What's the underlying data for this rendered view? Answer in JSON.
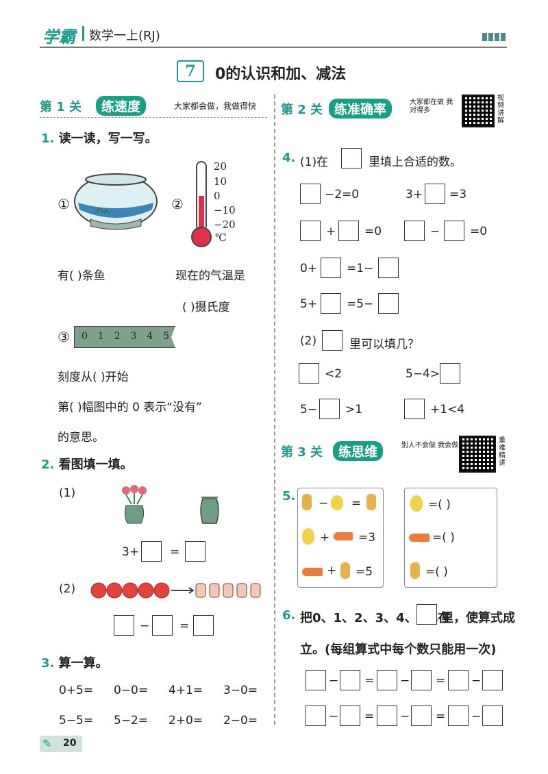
{
  "header": {
    "brand": "学霸",
    "subject": "数学一上(RJ)",
    "chapter_no": "7",
    "chapter_title": "0的认识和加、减法"
  },
  "level1": {
    "label": "第 1 关",
    "pill": "练速度",
    "slogan": "大家都会做，我做得快"
  },
  "level2": {
    "label": "第 2 关",
    "pill": "练准确率",
    "slogan": "大家都在做 我对得多",
    "video": "视频讲解"
  },
  "level3": {
    "label": "第 3 关",
    "pill": "练思维",
    "slogan": "别人不会做 我会做",
    "video": "重难精讲"
  },
  "q1": {
    "num": "1.",
    "title": "读一读，写一写。",
    "m1": "①",
    "m2": "②",
    "m3": "③",
    "therm_ticks": [
      "20",
      "10",
      "0",
      "−10",
      "−20",
      "℃"
    ],
    "ruler": [
      "0",
      "1",
      "2",
      "3",
      "4",
      "5"
    ],
    "fish": "有(     )条鱼",
    "temp_a": "现在的气温是",
    "temp_b": "(     )摄氏度",
    "ruler_start": "刻度从(     )开始",
    "meaning_a": "第(     )幅图中的 0 表示“没有”",
    "meaning_b": "的意思。"
  },
  "q2": {
    "num": "2.",
    "title": "看图填一填。",
    "p1": "(1)",
    "p2": "(2)",
    "eq1_a": "3+",
    "eq1_b": "=",
    "eq2_m": "−",
    "eq2_e": "="
  },
  "q3": {
    "num": "3.",
    "title": "算一算。",
    "row1": [
      "0+5=",
      "0−0=",
      "4+1=",
      "3−0="
    ],
    "row2": [
      "5−5=",
      "5−2=",
      "2+0=",
      "2−0="
    ]
  },
  "q4": {
    "num": "4.",
    "p1_a": "(1)在",
    "p1_b": "里填上合适的数。",
    "e1": "−2=0",
    "e2": "3+",
    "e2b": "=3",
    "e3": "+",
    "e3b": "=0",
    "e4": "−",
    "e4b": "=0",
    "e5": "0+",
    "e5b": "=1−",
    "e6": "5+",
    "e6b": "=5−",
    "p2_a": "(2)",
    "p2_b": "里可以填几？",
    "f1": "<2",
    "f2": "5−4>",
    "f3": "5−",
    "f3b": ">1",
    "f4": "+1<4"
  },
  "q5": {
    "num": "5.",
    "l1a": "−",
    "l1b": "=",
    "l2a": "+",
    "l2b": "=3",
    "l3a": "+",
    "l3b": "=5",
    "r1": "=(        )",
    "r2": "=(        )",
    "r3": "=(        )"
  },
  "q6": {
    "num": "6.",
    "line1": "把0、1、2、3、4、5填在",
    "line1b": "里，使算式成",
    "line2": "立。(每组算式中每个数只能用一次)",
    "minus": "−",
    "eq": "="
  },
  "footer": {
    "page": "20"
  },
  "colors": {
    "teal": "#1d9a8e",
    "pill": "#16a085",
    "thermo": "#e0304a"
  }
}
